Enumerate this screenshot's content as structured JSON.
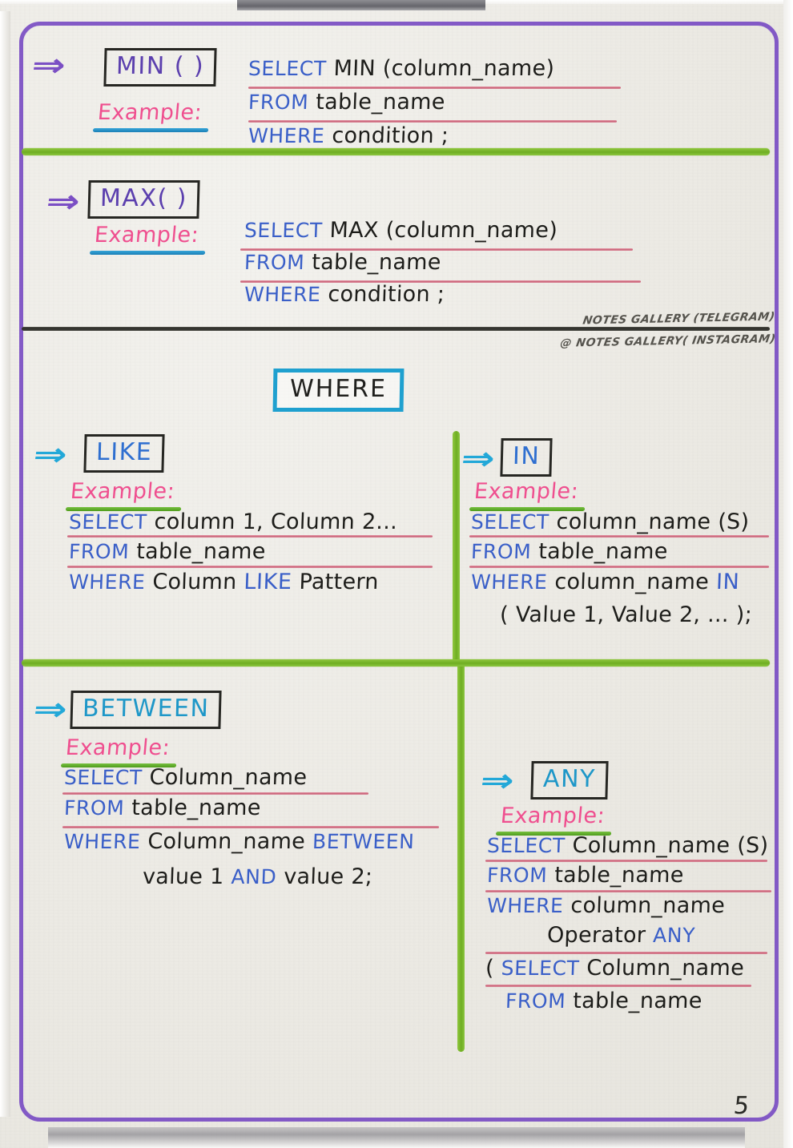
{
  "page": {
    "number": "5",
    "frame_color": "#7b4fc4",
    "divider_green": "#7cba30",
    "divider_black": "#2c2c28"
  },
  "watermark": {
    "line1": "NOTES GALLERY (TELEGRAM)",
    "line2": "@ NOTES GALLERY( INSTAGRAM)"
  },
  "sections": {
    "min": {
      "arrow": "arrow-right-icon",
      "title": "MIN ( )",
      "example_label": "Example:",
      "code": [
        {
          "kw": "SELECT",
          "rest": " MIN (column_name)"
        },
        {
          "kw": "FROM",
          "rest": " table_name"
        },
        {
          "kw": "WHERE",
          "rest": " condition ;"
        }
      ]
    },
    "max": {
      "arrow": "arrow-right-icon",
      "title": "MAX( )",
      "example_label": "Example:",
      "code": [
        {
          "kw": "SELECT",
          "rest": " MAX (column_name)"
        },
        {
          "kw": "FROM",
          "rest": " table_name"
        },
        {
          "kw": "WHERE",
          "rest": " condition ;"
        }
      ]
    },
    "where_header": "WHERE",
    "like": {
      "arrow": "arrow-right-icon",
      "title": "LIKE",
      "example_label": "Example:",
      "code": [
        {
          "kw": "SELECT",
          "rest": " column 1, Column 2..."
        },
        {
          "kw": "FROM",
          "rest": " table_name"
        },
        {
          "kw": "WHERE",
          "rest": " Column ",
          "kw2": "LIKE",
          "rest2": " Pattern"
        }
      ]
    },
    "in": {
      "arrow": "arrow-right-icon",
      "title": "IN",
      "example_label": "Example:",
      "code": [
        {
          "kw": "SELECT",
          "rest": " column_name (S)"
        },
        {
          "kw": "FROM",
          "rest": " table_name"
        },
        {
          "kw": "WHERE",
          "rest": " column_name ",
          "kw2": "IN"
        },
        {
          "rest": "( Value 1, Value 2, ... );"
        }
      ]
    },
    "between": {
      "arrow": "arrow-right-icon",
      "title": "BETWEEN",
      "example_label": "Example:",
      "code": [
        {
          "kw": "SELECT",
          "rest": " Column_name"
        },
        {
          "kw": "FROM",
          "rest": " table_name"
        },
        {
          "kw": "WHERE",
          "rest": " Column_name ",
          "kw2": "BETWEEN"
        },
        {
          "rest": "value 1 ",
          "kw2": "AND",
          "rest2": " value 2;"
        }
      ]
    },
    "any": {
      "arrow": "arrow-right-icon",
      "title": "ANY",
      "example_label": "Example:",
      "code": [
        {
          "kw": "SELECT",
          "rest": " Column_name (S)"
        },
        {
          "kw": "FROM",
          "rest": " table_name"
        },
        {
          "kw": "WHERE",
          "rest": " column_name"
        },
        {
          "rest": "Operator ",
          "kw2": "ANY"
        },
        {
          "prefix": "( ",
          "kw": "SELECT",
          "rest": " Column_name"
        },
        {
          "kw": "FROM",
          "rest": " table_name"
        }
      ]
    }
  }
}
